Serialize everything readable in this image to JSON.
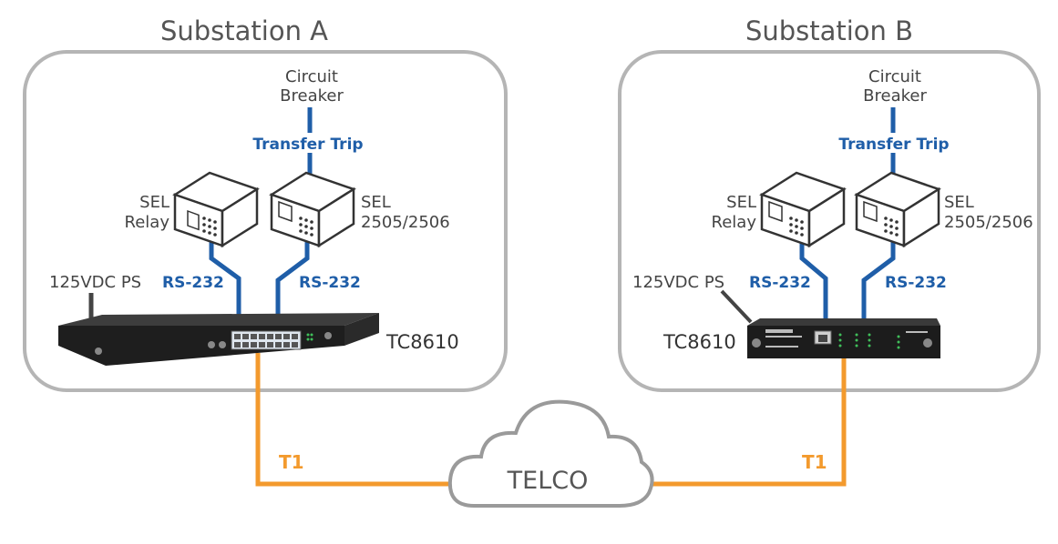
{
  "substation_a": {
    "title": "Substation A",
    "breaker": [
      "Circuit",
      "Breaker"
    ],
    "transfer_trip": "Transfer Trip",
    "relay": [
      "SEL",
      "Relay"
    ],
    "sel_2505": [
      "SEL",
      "2505/2506"
    ],
    "rs232_left": "RS-232",
    "rs232_right": "RS-232",
    "power": "125VDC PS",
    "device": "TC8610",
    "link": "T1"
  },
  "substation_b": {
    "title": "Substation B",
    "breaker": [
      "Circuit",
      "Breaker"
    ],
    "transfer_trip": "Transfer Trip",
    "relay": [
      "SEL",
      "Relay"
    ],
    "sel_2505": [
      "SEL",
      "2505/2506"
    ],
    "rs232_left": "RS-232",
    "rs232_right": "RS-232",
    "power": "125VDC PS",
    "device": "TC8610",
    "link": "T1"
  },
  "cloud": {
    "label": "TELCO"
  },
  "colors": {
    "serial": "#1f5ea8",
    "t1": "#f39a2d",
    "box_border": "#b5b5b5"
  }
}
